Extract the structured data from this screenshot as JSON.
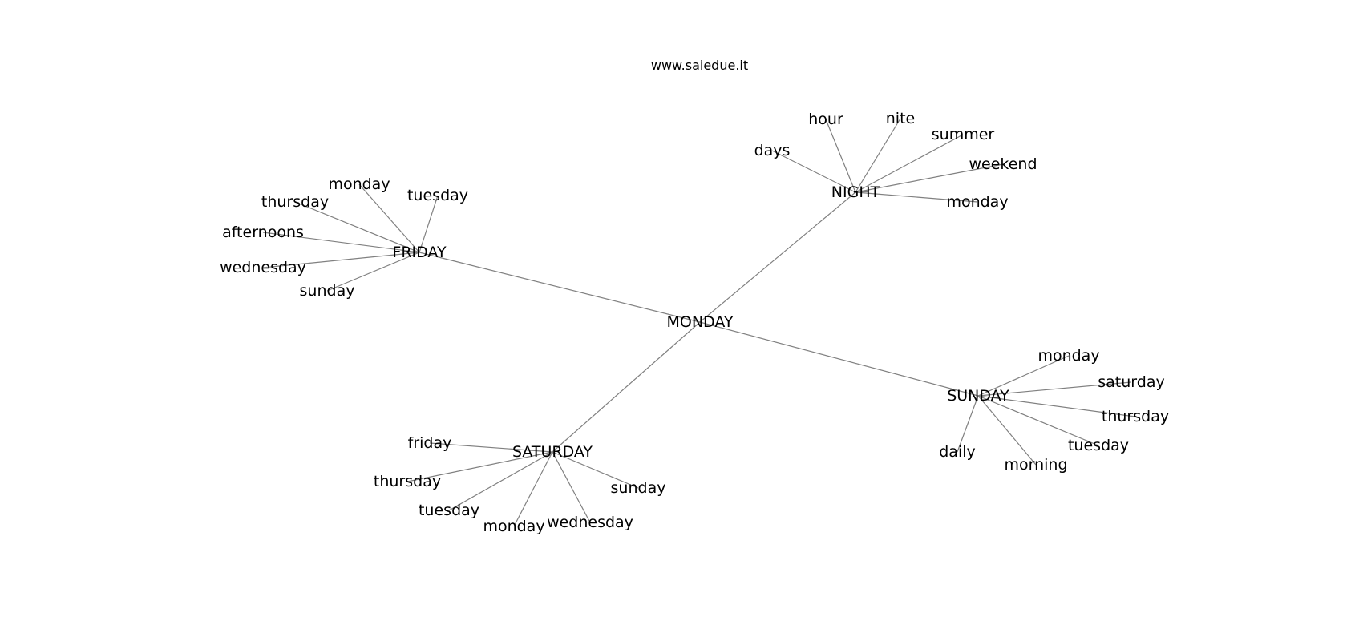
{
  "header": {
    "site": "www.saiedue.it"
  },
  "colors": {
    "edge": "#808080",
    "text": "#000000",
    "background": "#ffffff"
  },
  "graph": {
    "center": {
      "id": "monday_center",
      "label": "MONDAY"
    },
    "clusters": [
      {
        "id": "friday",
        "label": "FRIDAY",
        "leaves": [
          "monday",
          "tuesday",
          "thursday",
          "afternoons",
          "wednesday",
          "sunday"
        ]
      },
      {
        "id": "night",
        "label": "NIGHT",
        "leaves": [
          "hour",
          "nite",
          "summer",
          "days",
          "weekend",
          "monday"
        ]
      },
      {
        "id": "saturday",
        "label": "SATURDAY",
        "leaves": [
          "friday",
          "thursday",
          "tuesday",
          "monday",
          "wednesday",
          "sunday"
        ]
      },
      {
        "id": "sunday",
        "label": "SUNDAY",
        "leaves": [
          "monday",
          "saturday",
          "thursday",
          "tuesday",
          "morning",
          "daily"
        ]
      }
    ]
  }
}
